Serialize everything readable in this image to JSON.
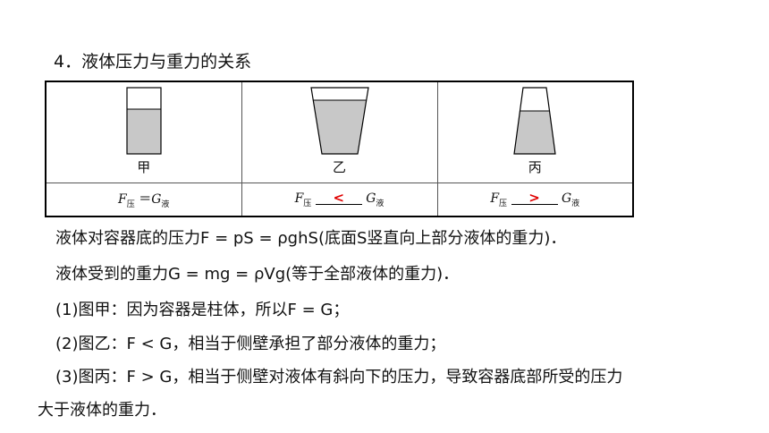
{
  "heading": "4．液体压力与重力的关系",
  "figures": [
    {
      "caption": "甲",
      "formula": {
        "F": "F",
        "F_sub": "压",
        "rel": "＝",
        "G": "G",
        "G_sub": "液"
      }
    },
    {
      "caption": "乙",
      "formula": {
        "F": "F",
        "F_sub": "压",
        "rel": "<",
        "G": "G",
        "G_sub": "液"
      }
    },
    {
      "caption": "丙",
      "formula": {
        "F": "F",
        "F_sub": "压",
        "rel": ">",
        "G": "G",
        "G_sub": "液"
      }
    }
  ],
  "lines": [
    "液体对容器底的压力F = pS = ρghS(底面S竖直向上部分液体的重力)．",
    "液体受到的重力G = mg = ρVg(等于全部液体的重力)．",
    "(1)图甲：因为容器是柱体，所以F = G；",
    "(2)图乙：F < G，相当于侧壁承担了部分液体的重力；",
    "(3)图丙：F > G，相当于侧壁对液体有斜向下的压力，导致容器底部所受的压力",
    "大于液体的重力．"
  ],
  "colors": {
    "answer": "#e00000",
    "liquid": "#c8c8c8"
  }
}
